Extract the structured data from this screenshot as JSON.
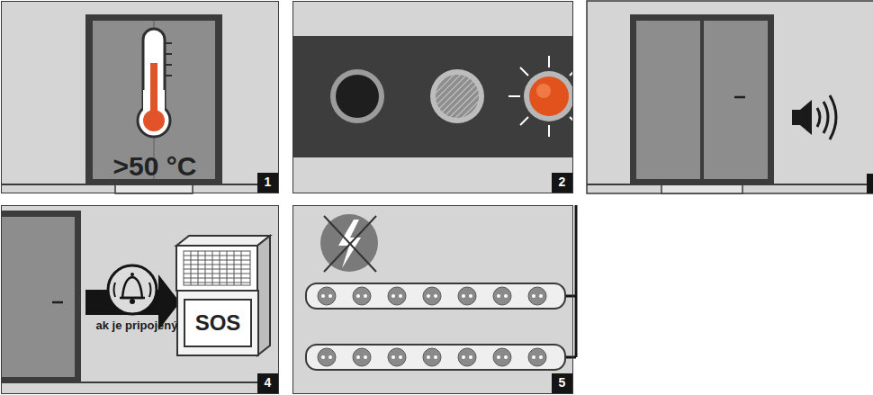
{
  "diagram": {
    "nodes": [
      {
        "text": [
          ">50 °C",
          "1"
        ]
      },
      {
        "text": [
          "2"
        ]
      },
      {
        "text": [
          "ak je pripojený",
          "4"
        ]
      },
      {
        "text": [
          "SOS"
        ],
        "in": 2
      },
      {
        "text": [
          "5"
        ]
      }
    ]
  }
}
